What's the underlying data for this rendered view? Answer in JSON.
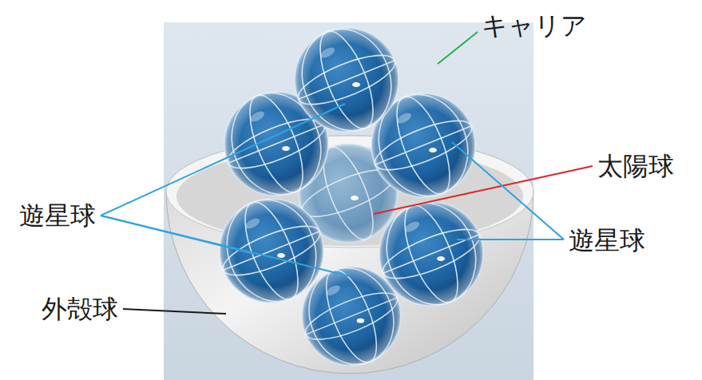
{
  "diagram": {
    "labels": [
      "キャリア",
      "太陽球",
      "遊星球",
      "遊星球",
      "外殻球"
    ]
  }
}
